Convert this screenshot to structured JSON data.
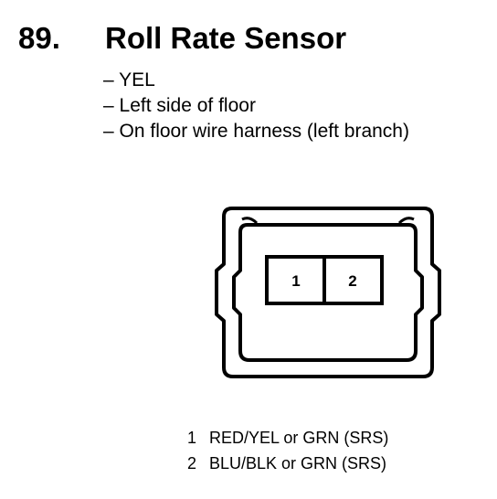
{
  "heading": {
    "number": "89.",
    "title": "Roll Rate Sensor"
  },
  "details": [
    "– YEL",
    "– Left side of floor",
    "– On floor wire harness (left branch)"
  ],
  "connector": {
    "cavities": [
      "1",
      "2"
    ]
  },
  "pins": [
    {
      "number": "1",
      "wire": "RED/YEL or GRN (SRS)"
    },
    {
      "number": "2",
      "wire": "BLU/BLK or GRN (SRS)"
    }
  ]
}
